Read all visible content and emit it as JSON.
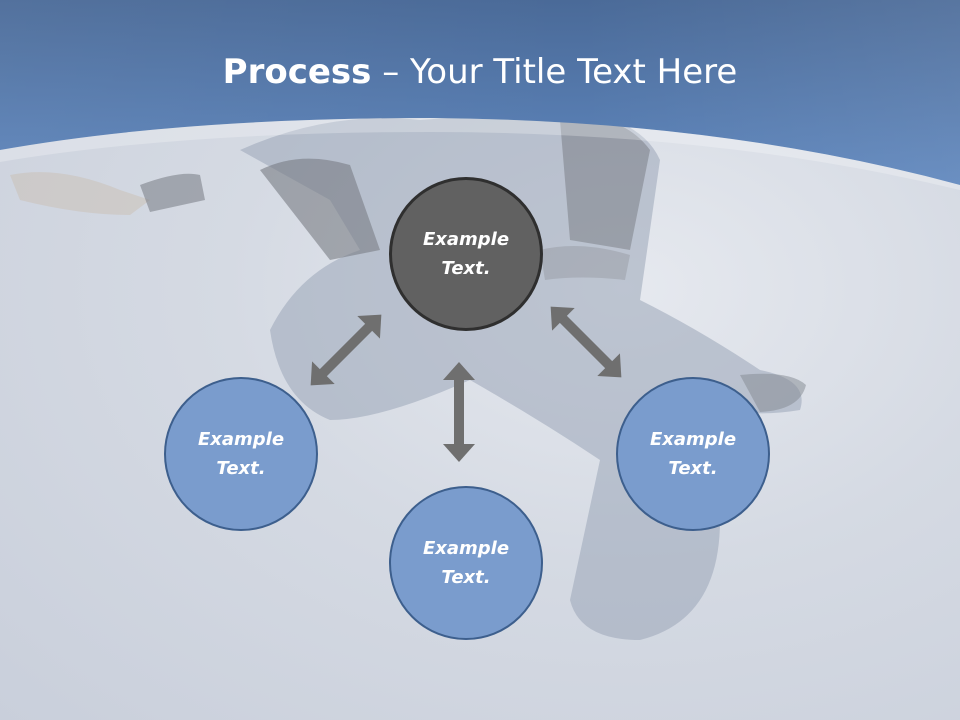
{
  "title": {
    "bold": "Process",
    "dash": " – ",
    "rest": "Your Title Text Here"
  },
  "nodes": {
    "center": {
      "line1": "Example",
      "line2": "Text."
    },
    "left": {
      "line1": "Example",
      "line2": "Text."
    },
    "bottom": {
      "line1": "Example",
      "line2": "Text."
    },
    "right": {
      "line1": "Example",
      "line2": "Text."
    }
  },
  "colors": {
    "header_blue": "#5a83b9",
    "node_blue": "#7a9ccd",
    "node_dark": "#616161",
    "arrow_gray": "#6f6f6f"
  }
}
